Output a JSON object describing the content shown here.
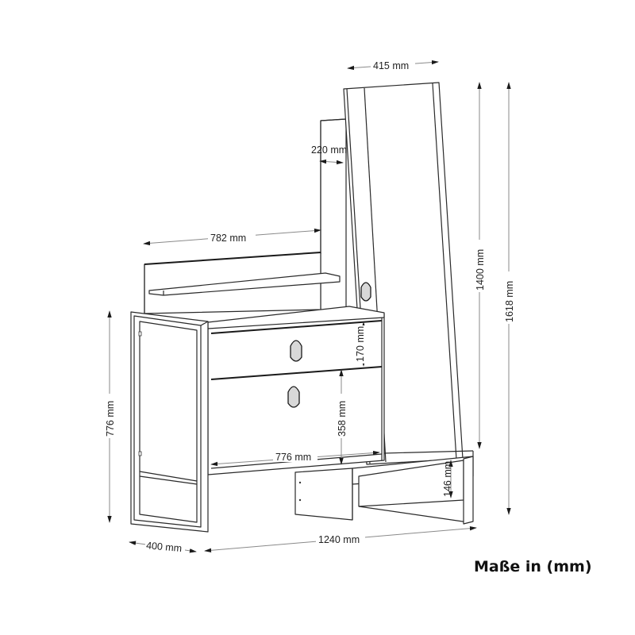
{
  "drawing": {
    "subject": "Hallway furniture set: shoe cabinet with drawers, wall shelf panel, mirror, bench",
    "caption": "Maße in (mm)",
    "dimensions": {
      "mirror_width": "415 mm",
      "wall_panel_depth": "220 mm",
      "shelf_panel_width": "782 mm",
      "mirror_height": "1400 mm",
      "total_height": "1618 mm",
      "cabinet_height": "776 mm",
      "top_drawer_height": "170 mm",
      "bottom_drawer_height": "358 mm",
      "drawer_width": "776 mm",
      "bench_height": "146 mm",
      "depth": "400 mm",
      "total_width": "1240 mm"
    }
  }
}
